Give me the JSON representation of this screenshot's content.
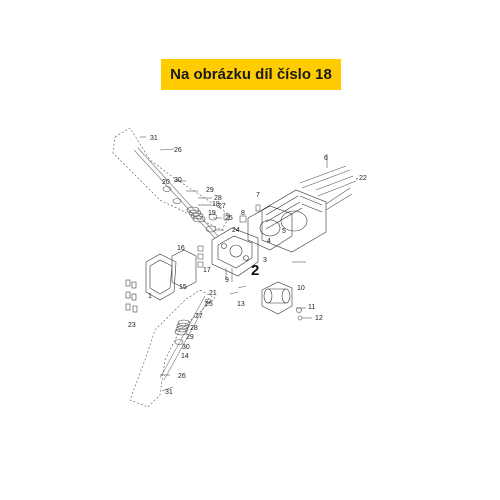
{
  "banner": {
    "text": "Na obrázku díl číslo 18",
    "color": "#ffcc00"
  },
  "callouts": [
    {
      "id": "c31a",
      "text": "31"
    },
    {
      "id": "c26a",
      "text": "26"
    },
    {
      "id": "c20",
      "text": "20"
    },
    {
      "id": "c30a",
      "text": "30"
    },
    {
      "id": "c29a",
      "text": "29"
    },
    {
      "id": "c28a",
      "text": "28"
    },
    {
      "id": "c27a",
      "text": "27"
    },
    {
      "id": "c25a",
      "text": "25"
    },
    {
      "id": "c24",
      "text": "24"
    },
    {
      "id": "c18",
      "text": "18"
    },
    {
      "id": "c19",
      "text": "19"
    },
    {
      "id": "c8",
      "text": "8"
    },
    {
      "id": "c7",
      "text": "7"
    },
    {
      "id": "c6",
      "text": "6"
    },
    {
      "id": "c22",
      "text": "22"
    },
    {
      "id": "c4",
      "text": "4"
    },
    {
      "id": "c5",
      "text": "5"
    },
    {
      "id": "c3",
      "text": "3"
    },
    {
      "id": "c16",
      "text": "16"
    },
    {
      "id": "c17",
      "text": "17"
    },
    {
      "id": "c15",
      "text": "15"
    },
    {
      "id": "c1",
      "text": "1"
    },
    {
      "id": "c2",
      "text": "2"
    },
    {
      "id": "c9",
      "text": "9"
    },
    {
      "id": "c21",
      "text": "21"
    },
    {
      "id": "c13",
      "text": "13"
    },
    {
      "id": "c25b",
      "text": "25"
    },
    {
      "id": "c10",
      "text": "10"
    },
    {
      "id": "c11",
      "text": "11"
    },
    {
      "id": "c12",
      "text": "12"
    },
    {
      "id": "c23",
      "text": "23"
    },
    {
      "id": "c27b",
      "text": "27"
    },
    {
      "id": "c28b",
      "text": "28"
    },
    {
      "id": "c29b",
      "text": "29"
    },
    {
      "id": "c30b",
      "text": "30"
    },
    {
      "id": "c14",
      "text": "14"
    },
    {
      "id": "c26b",
      "text": "26"
    },
    {
      "id": "c31b",
      "text": "31"
    }
  ]
}
